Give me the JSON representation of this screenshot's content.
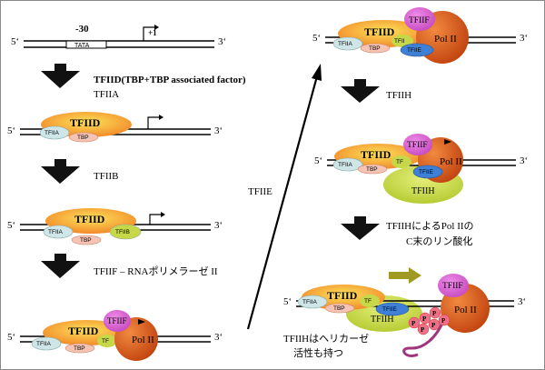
{
  "dna": {
    "five_prime": "5‘",
    "three_prime": "3‘",
    "minus30": "-30",
    "plus1": "+1",
    "tata": "TATA"
  },
  "steps": {
    "s1": "TFIID(TBP+TBP associated factor)",
    "s2": "TFIIA",
    "s3": "TFIIB",
    "s4": "TFIIF – RNAポリメラーゼ II",
    "s5": "TFIIE",
    "s6": "TFIIH",
    "s7a": "TFIIHによるPol IIの",
    "s7b": "C末のリン酸化",
    "note_a": "TFIIHはヘリカーゼ",
    "note_b": "活性も持つ"
  },
  "factors": {
    "tfiid": "TFIID",
    "tfiia": "TFIIA",
    "tbp": "TBP",
    "tfiib": "TFIIB",
    "tfiif": "TFIIF",
    "pol2": "Pol II",
    "tfiie": "TFIIE",
    "tfiih": "TFIIH",
    "tfii_partial": "TFII",
    "tf_partial": "TF",
    "p": "P"
  },
  "colors": {
    "tfiid": "#f7a23a",
    "tfiia": "#cfe6e8",
    "tbp": "#f6c3b4",
    "tfiib": "#c6d84a",
    "tfiif": "#d85cd0",
    "pol2": "#d9581c",
    "tfiie": "#3f7fd6",
    "tfiih": "#c7d63d",
    "p": "#ef6f86",
    "tail": "#a0357e",
    "arrow_block": "#111111",
    "arrow_olive": "#a09a22"
  }
}
